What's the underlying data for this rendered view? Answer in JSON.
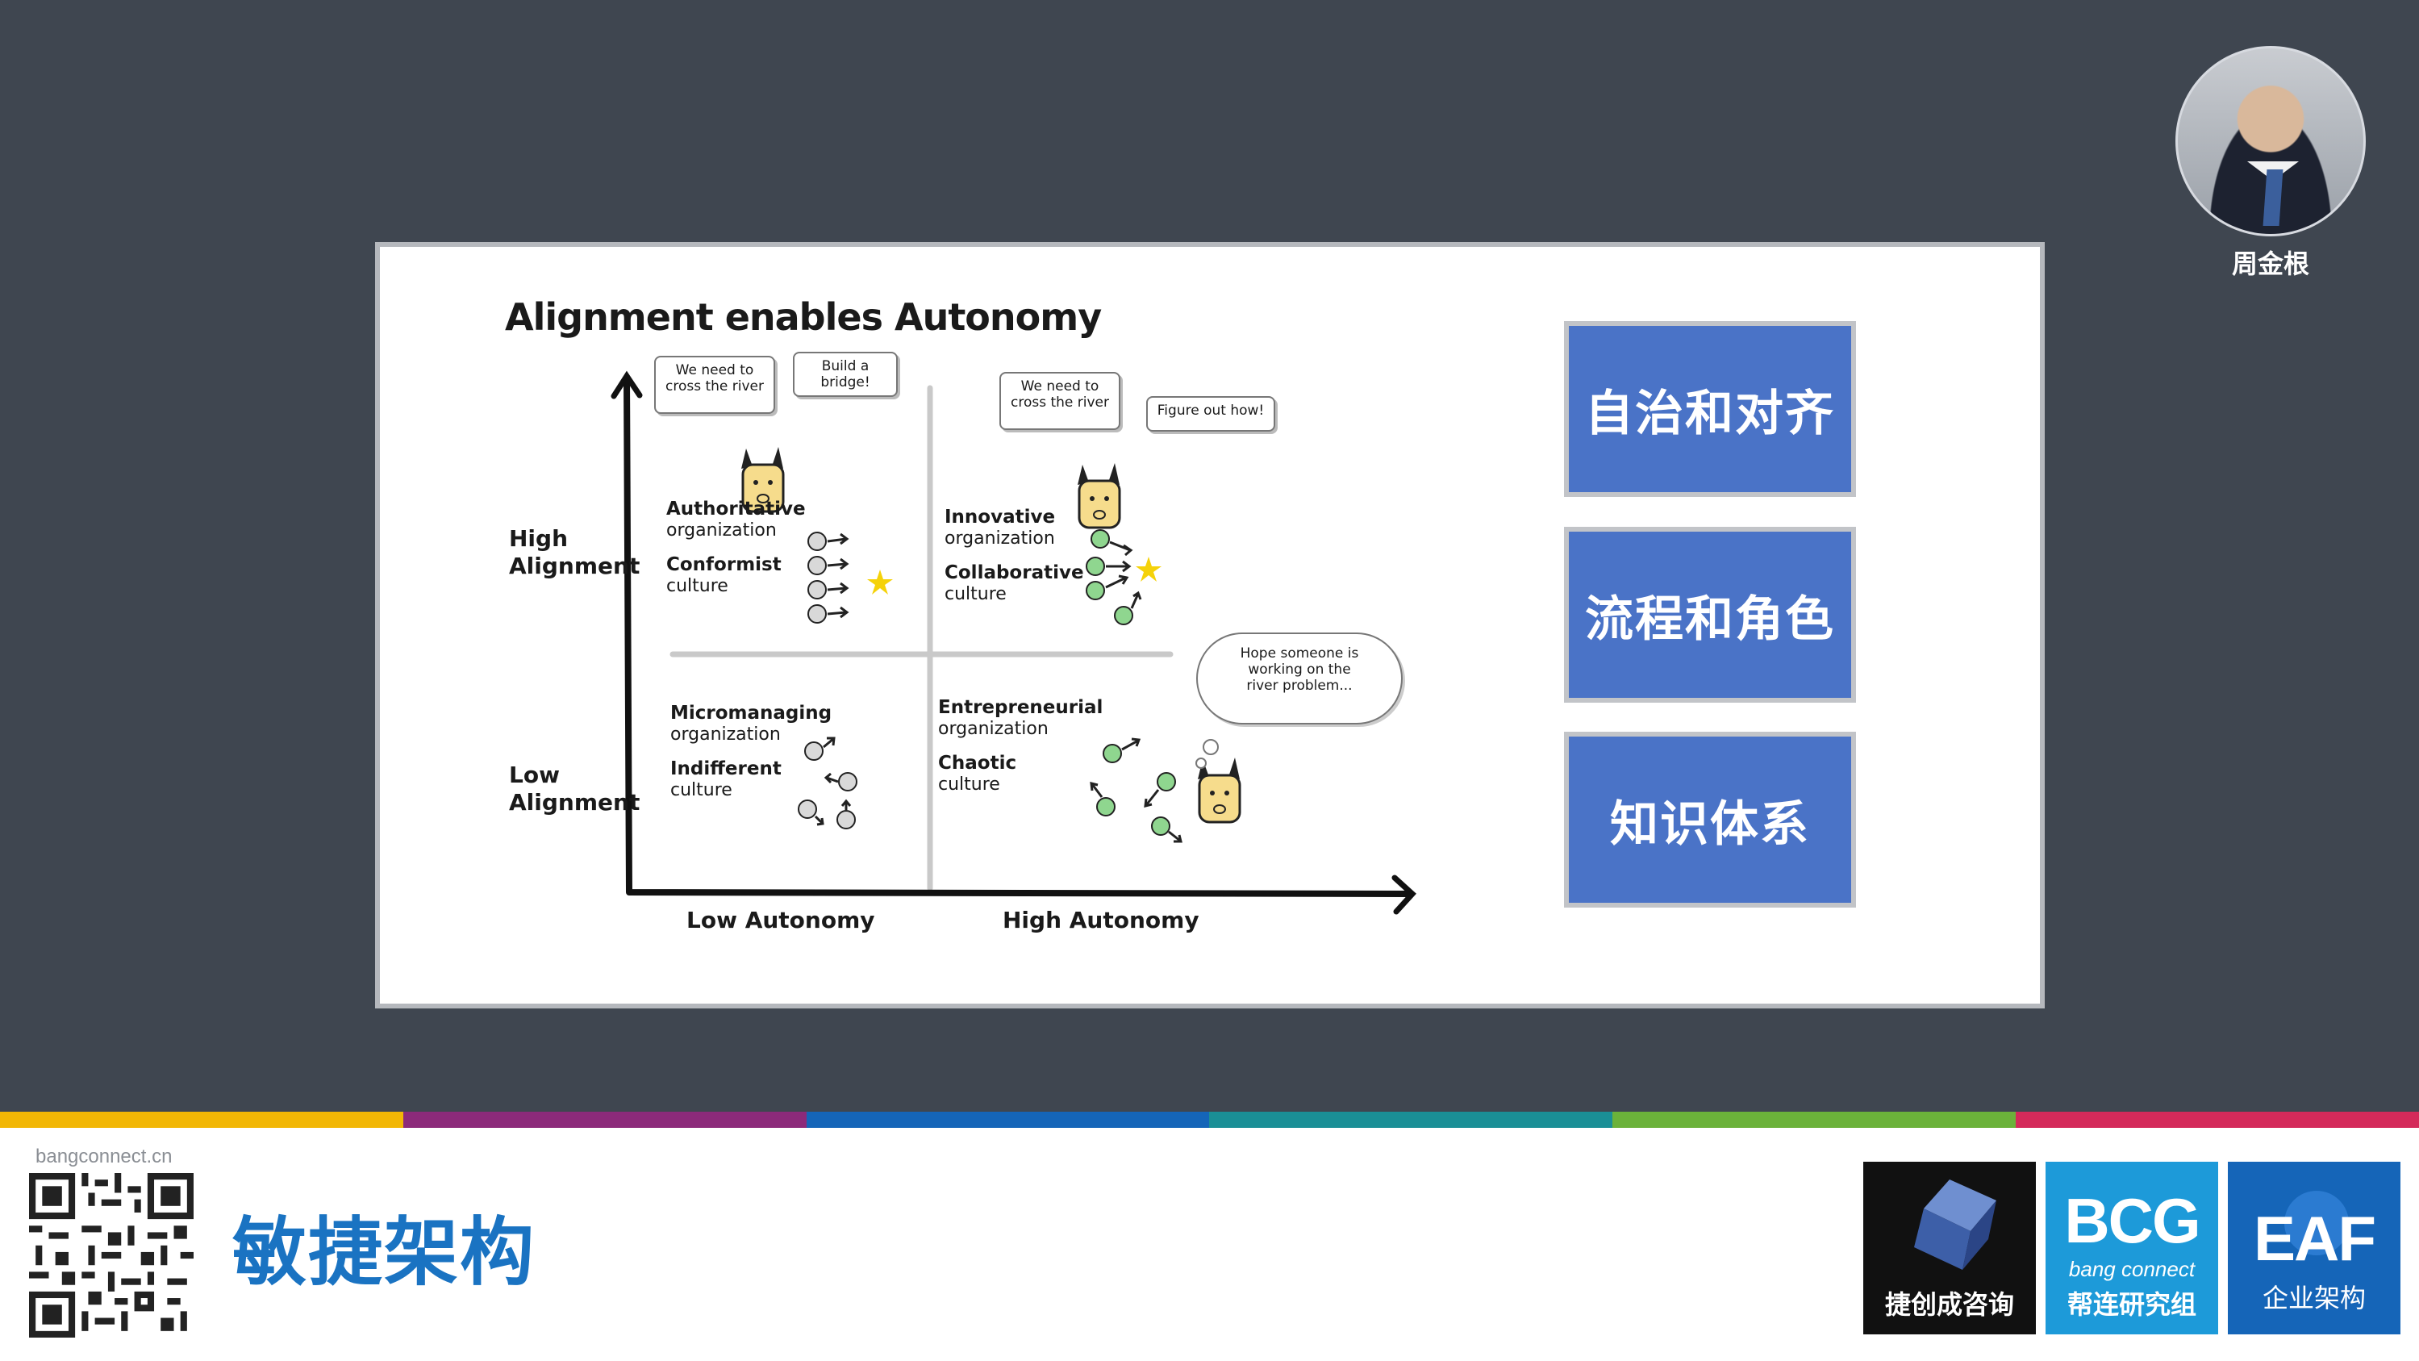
{
  "presenter": {
    "name": "周金根"
  },
  "slide": {
    "diagram": {
      "title": "Alignment enables Autonomy",
      "y_axis": {
        "high": "High\nAlignment",
        "low": "Low\nAlignment"
      },
      "x_axis": {
        "low": "Low Autonomy",
        "high": "High Autonomy"
      },
      "quadrants": {
        "top_left": {
          "org_bold": "Authoritative",
          "org": "organization",
          "culture_bold": "Conformist",
          "culture": "culture"
        },
        "top_right": {
          "org_bold": "Innovative",
          "org": "organization",
          "culture_bold": "Collaborative",
          "culture": "culture"
        },
        "bottom_left": {
          "org_bold": "Micromanaging",
          "org": "organization",
          "culture_bold": "Indifferent",
          "culture": "culture"
        },
        "bottom_right": {
          "org_bold": "Entrepreneurial",
          "org": "organization",
          "culture_bold": "Chaotic",
          "culture": "culture"
        }
      },
      "bubbles": {
        "tl_need": "We need to\ncross the river",
        "tl_build": "Build a\nbridge!",
        "tr_need": "We need to\ncross the river",
        "tr_figure": "Figure out how!",
        "br_hope": "Hope someone is\nworking on the\nriver problem..."
      }
    },
    "concepts": [
      "自治和对齐",
      "流程和角色",
      "知识体系"
    ],
    "colors": {
      "concept_fill": "#4a73c7",
      "background": "#3f4650"
    }
  },
  "stripe_colors": [
    "#f2b705",
    "#8c2a7a",
    "#1565b8",
    "#1a8f96",
    "#6bb23a",
    "#d42a5a"
  ],
  "footer": {
    "site": "bangconnect.cn",
    "brand": "敏捷架构",
    "logos": [
      {
        "caption": "捷创成咨询"
      },
      {
        "big": "BCG",
        "sub": "bang connect",
        "caption": "帮连研究组"
      },
      {
        "big": "EAF",
        "caption": "企业架构"
      }
    ]
  }
}
